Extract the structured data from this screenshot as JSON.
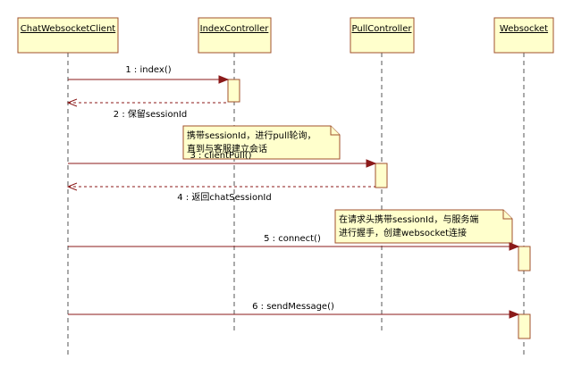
{
  "lifelines": [
    {
      "id": "client",
      "name": "ChatWebsocketClient"
    },
    {
      "id": "index",
      "name": "IndexController"
    },
    {
      "id": "pull",
      "name": "PullController"
    },
    {
      "id": "ws",
      "name": "Websocket"
    }
  ],
  "messages": [
    {
      "id": "m1",
      "label": "1 : index()",
      "type": "call"
    },
    {
      "id": "m2",
      "label": "2 : 保留sessionId",
      "type": "return"
    },
    {
      "id": "m3",
      "label": "3 : clientPull()",
      "type": "call"
    },
    {
      "id": "m4",
      "label": "4 : 返回chatSessionId",
      "type": "return"
    },
    {
      "id": "m5",
      "label": "5 : connect()",
      "type": "call"
    },
    {
      "id": "m6",
      "label": "6 : sendMessage()",
      "type": "call"
    }
  ],
  "notes": [
    {
      "id": "n1",
      "lines": [
        "携带sessionId，进行pull轮询，",
        "直到与客服建立会话"
      ]
    },
    {
      "id": "n2",
      "lines": [
        "在请求头携带sessionId，与服务端",
        "进行握手，创建websocket连接"
      ]
    }
  ],
  "colors": {
    "box_fill": "#ffffcc",
    "box_stroke": "#a0522d",
    "arrow": "#8b1a1a"
  }
}
